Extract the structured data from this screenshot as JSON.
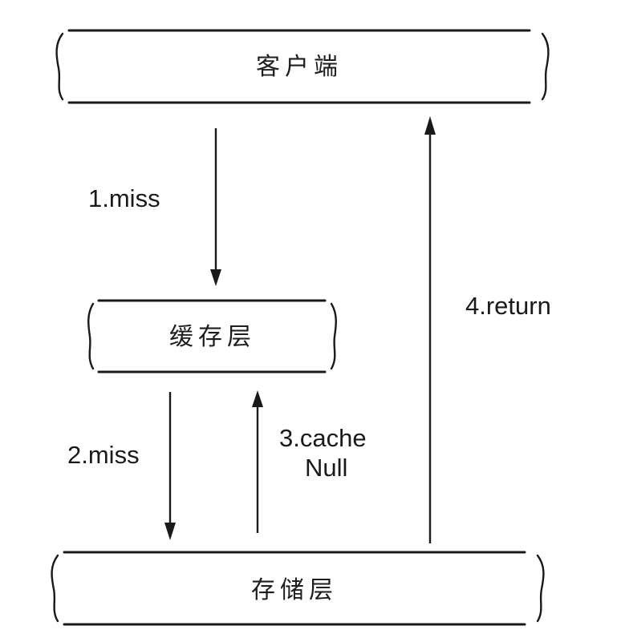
{
  "layers": {
    "client": "客户端",
    "cache": "缓存层",
    "storage": "存储层"
  },
  "edges": {
    "step1": "1.miss",
    "step2": "2.miss",
    "step3_line1": "3.cache",
    "step3_line2": "Null",
    "step4": "4.return"
  }
}
